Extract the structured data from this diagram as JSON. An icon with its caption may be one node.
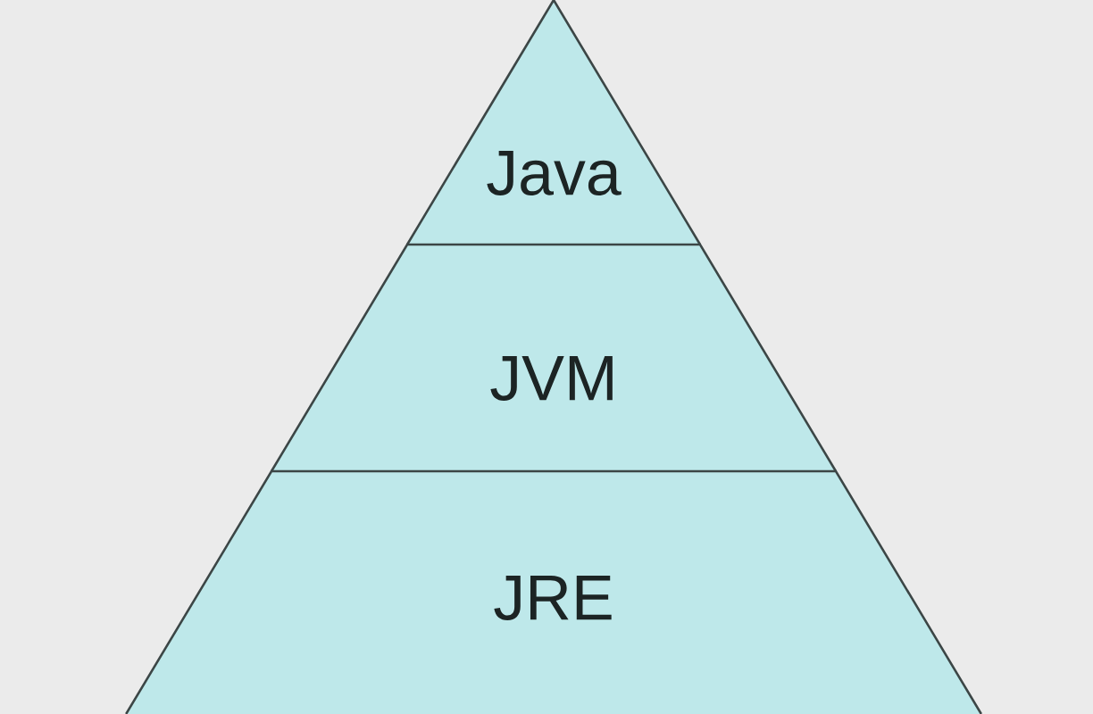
{
  "diagram": {
    "nodes": [
      {
        "text": [
          "Java"
        ]
      },
      {
        "text": [
          "JVM"
        ]
      },
      {
        "text": [
          "JRE"
        ]
      }
    ]
  }
}
